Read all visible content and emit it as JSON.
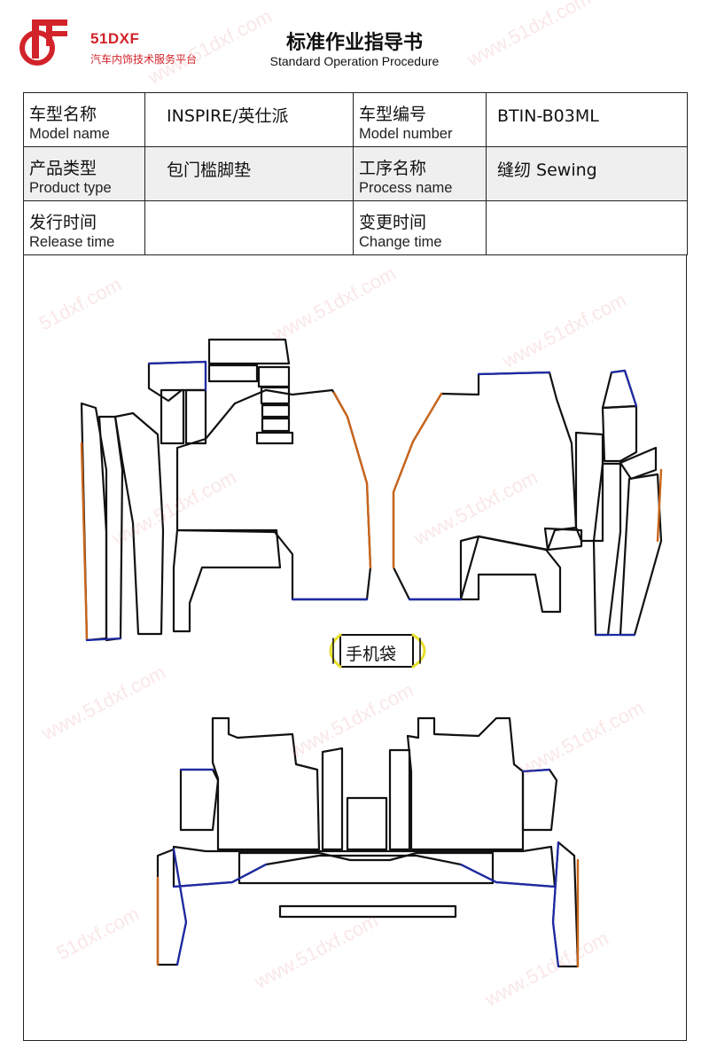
{
  "logo": {
    "name": "51DXF",
    "tagline": "汽车内饰技术服务平台",
    "brand_color": "#d2232a"
  },
  "document": {
    "title": "标准作业指导书",
    "subtitle": "Standard Operation Procedure"
  },
  "info_table": {
    "model_name_cn": "车型名称",
    "model_name_en": "Model name",
    "model_name_value": "INSPIRE/英仕派",
    "model_number_cn": "车型编号",
    "model_number_en": "Model number",
    "model_number_value": "BTIN-B03ML",
    "product_type_cn": "产品类型",
    "product_type_en": "Product type",
    "product_type_value": "包门槛脚垫",
    "process_name_cn": "工序名称",
    "process_name_en": "Process name",
    "process_name_value": "缝纫 Sewing",
    "release_time_cn": "发行时间",
    "release_time_en": "Release time",
    "release_time_value": "",
    "change_time_cn": "变更时间",
    "change_time_en": "Change time",
    "change_time_value": ""
  },
  "diagram": {
    "pocket_label": "手机袋",
    "outline_color": "#111111",
    "edge_blue": "#1e2aa6",
    "edge_orange": "#c9651a",
    "edge_yellow": "#e8e02a"
  },
  "watermark": {
    "text": "www.51dxf.com",
    "short_text": "51dxf.com"
  }
}
